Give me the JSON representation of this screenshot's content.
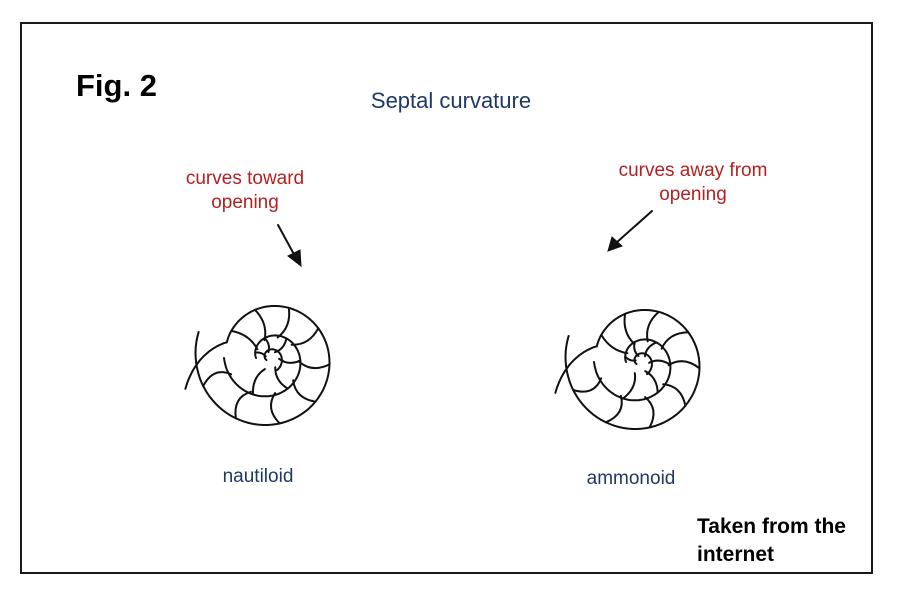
{
  "figure": {
    "label": "Fig. 2",
    "title": "Septal curvature"
  },
  "nautiloid": {
    "callout_lines": [
      "curves toward",
      "opening"
    ],
    "name": "nautiloid"
  },
  "ammonoid": {
    "callout_lines": [
      "curves away from",
      "opening"
    ],
    "name": "ammonoid"
  },
  "credit_lines": [
    "Taken from the",
    "internet"
  ],
  "colors": {
    "callout_text": "#b22222",
    "label_text": "#1f3864",
    "line": "#111111"
  }
}
